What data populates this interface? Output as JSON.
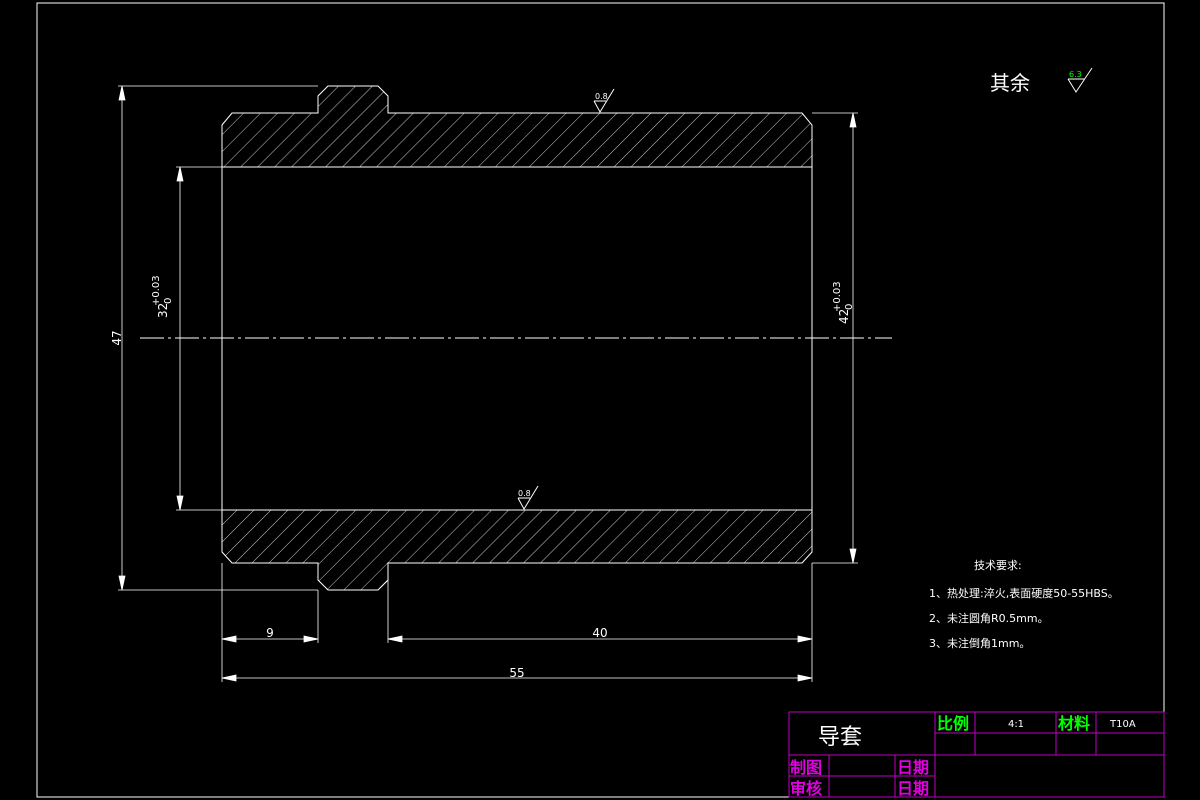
{
  "surface_finish": {
    "remaining_label": "其余",
    "remaining_value": "6.3",
    "outer_value": "0.8",
    "inner_value": "0.8"
  },
  "dimensions": {
    "overall_diameter": "47",
    "bore_nominal": "32",
    "bore_upper_tol": "+0.03",
    "bore_lower_tol": "0",
    "outer_nominal": "42",
    "outer_upper_tol": "+0.03",
    "outer_lower_tol": "0",
    "flange_length": "9",
    "body_length": "40",
    "total_length": "55"
  },
  "tech_requirements": {
    "title": "技术要求:",
    "items": [
      "1、热处理:淬火,表面硬度50-55HBS。",
      "2、未注圆角R0.5mm。",
      "3、未注倒角1mm。"
    ]
  },
  "title_block": {
    "part_name": "导套",
    "scale_label": "比例",
    "scale_value": "4:1",
    "material_label": "材料",
    "material_value": "T10A",
    "drawn_label": "制图",
    "checked_label": "审核",
    "date_label_1": "日期",
    "date_label_2": "日期"
  },
  "colors": {
    "background": "#000000",
    "line": "#ffffff",
    "title_block_border": "#c000c0",
    "label_green": "#00ff00",
    "label_magenta": "#e000e0",
    "finish_green": "#00ff00"
  }
}
